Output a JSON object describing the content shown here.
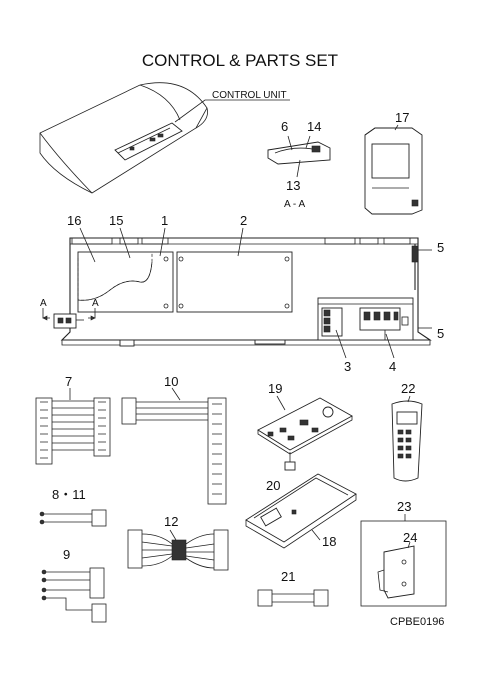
{
  "title": "CONTROL & PARTS SET",
  "control_unit_label": "CONTROL UNIT",
  "section_label": "A - A",
  "section_marker": "A",
  "doc_code": "CPBE0196",
  "callouts": {
    "p1": "1",
    "p2": "2",
    "p3": "3",
    "p4": "4",
    "p5a": "5",
    "p5b": "5",
    "p6": "6",
    "p7": "7",
    "p8_11": "8・11",
    "p9": "9",
    "p10": "10",
    "p12": "12",
    "p13": "13",
    "p14": "14",
    "p15": "15",
    "p16": "16",
    "p17": "17",
    "p18": "18",
    "p19": "19",
    "p20": "20",
    "p21": "21",
    "p22": "22",
    "p23": "23",
    "p24": "24"
  }
}
